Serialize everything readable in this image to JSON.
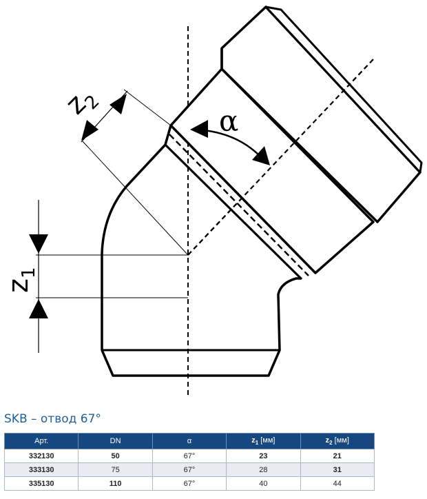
{
  "diagram": {
    "labels": {
      "z1": "z",
      "z1_sub": "1",
      "z2": "z",
      "z2_sub": "2",
      "alpha": "α"
    }
  },
  "title": "SKB – отвод 67°",
  "table": {
    "headers": [
      "Арт.",
      "DN",
      "α",
      "z",
      "z"
    ],
    "header_subs": [
      "",
      "",
      "",
      "1",
      "2"
    ],
    "header_units": [
      "",
      "",
      "",
      " [мм]",
      " [мм]"
    ],
    "rows": [
      {
        "art": "332130",
        "dn": "50",
        "alpha": "67°",
        "z1": "23",
        "z2": "21"
      },
      {
        "art": "333130",
        "dn": "75",
        "alpha": "67°",
        "z1": "28",
        "z2": "31"
      },
      {
        "art": "335130",
        "dn": "110",
        "alpha": "67°",
        "z1": "40",
        "z2": "44"
      }
    ]
  },
  "colors": {
    "title": "#1f5f9c",
    "header_bg": "#16477f",
    "row_alt_bg": "#e9edf3"
  }
}
